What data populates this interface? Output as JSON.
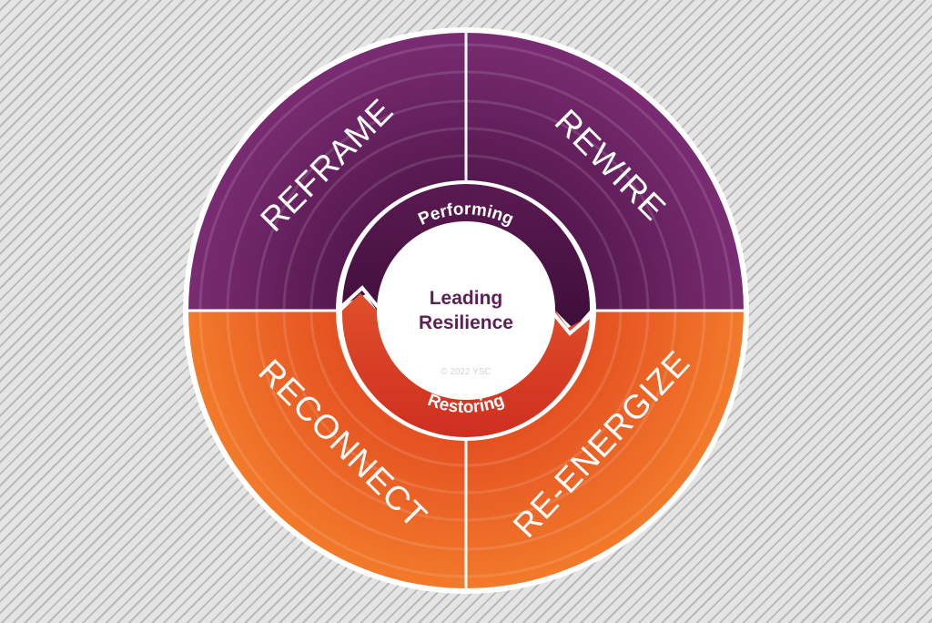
{
  "quadrants": {
    "top_left": "REFRAME",
    "top_right": "REWIRE",
    "bottom_left": "RECONNECT",
    "bottom_right": "RE-ENERGIZE"
  },
  "ring": {
    "top": "Performing",
    "bottom": "Restoring"
  },
  "center": {
    "line1": "Leading",
    "line2": "Resilience",
    "copyright": "© 2022 YSC"
  },
  "colors": {
    "purple": "#6d2566",
    "purple_dark": "#4d1346",
    "orange": "#ef6f26",
    "orange_dark": "#e24a20",
    "red_arrow": "#d83a22",
    "title_text": "#5e1f57"
  }
}
